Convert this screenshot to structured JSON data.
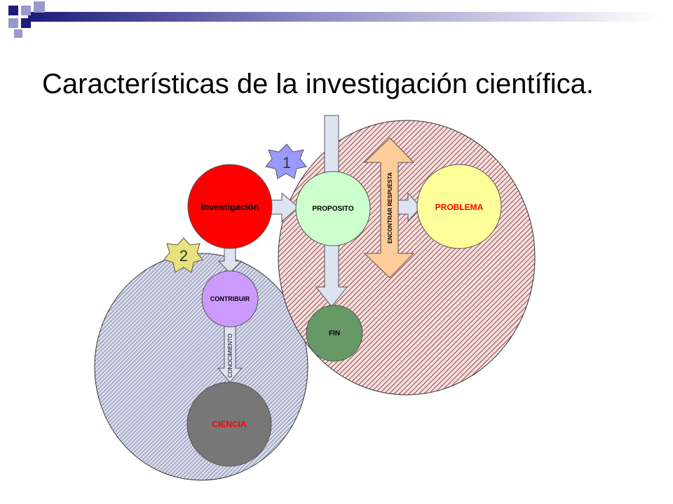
{
  "slide": {
    "title": "Características de la investigación científica."
  },
  "colors": {
    "header_bar": "#1c1c7a",
    "header_square": "#9999cc",
    "right_region_fill": "#f3e0e0",
    "right_region_hatch": "#8b1a1a",
    "left_region_fill": "#d9dcec",
    "left_region_hatch": "#5a5f84",
    "investigacion_fill": "#ff0000",
    "proposito_fill": "#ccffcc",
    "problema_fill": "#ffff99",
    "contribuir_fill": "#cc99ff",
    "fin_fill": "#669966",
    "ciencia_fill": "#777777",
    "arrow_fill": "#dde3f1",
    "double_arrow_fill": "#ffcc99",
    "star_fill": "#9999ff",
    "star2_fill": "#e8e27a",
    "label_red": "#ff0000",
    "label_black": "#000000"
  },
  "diagram": {
    "nodes": {
      "investigacion": "Investigación",
      "proposito": "PROPOSITO",
      "problema": "PROBLEMA",
      "contribuir": "CONTRIBUIR",
      "fin": "FIN",
      "ciencia": "CIENCIA"
    },
    "arrows": {
      "encontrar_respuesta": "ENCONTRAR RESPUESTA",
      "conocimiento": "CONOCIMIENTO"
    },
    "markers": {
      "star1": "1",
      "star2": "2"
    }
  }
}
